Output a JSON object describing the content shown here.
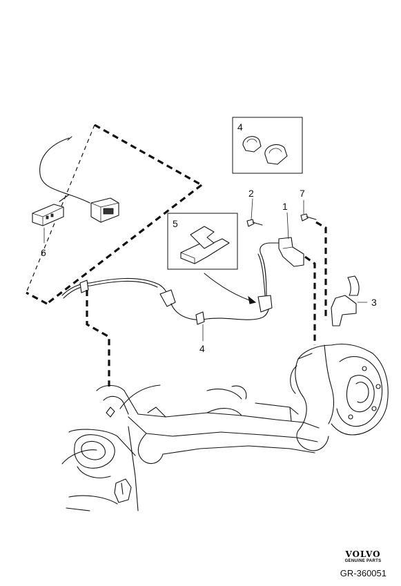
{
  "callouts": {
    "c1": "1",
    "c2": "2",
    "c3": "3",
    "c4_top": "4",
    "c4_bottom": "4",
    "c5": "5",
    "c6": "6",
    "c7": "7"
  },
  "brand": {
    "name": "VOLVO",
    "subtitle": "GENUINE PARTS"
  },
  "reference": "GR-360051"
}
